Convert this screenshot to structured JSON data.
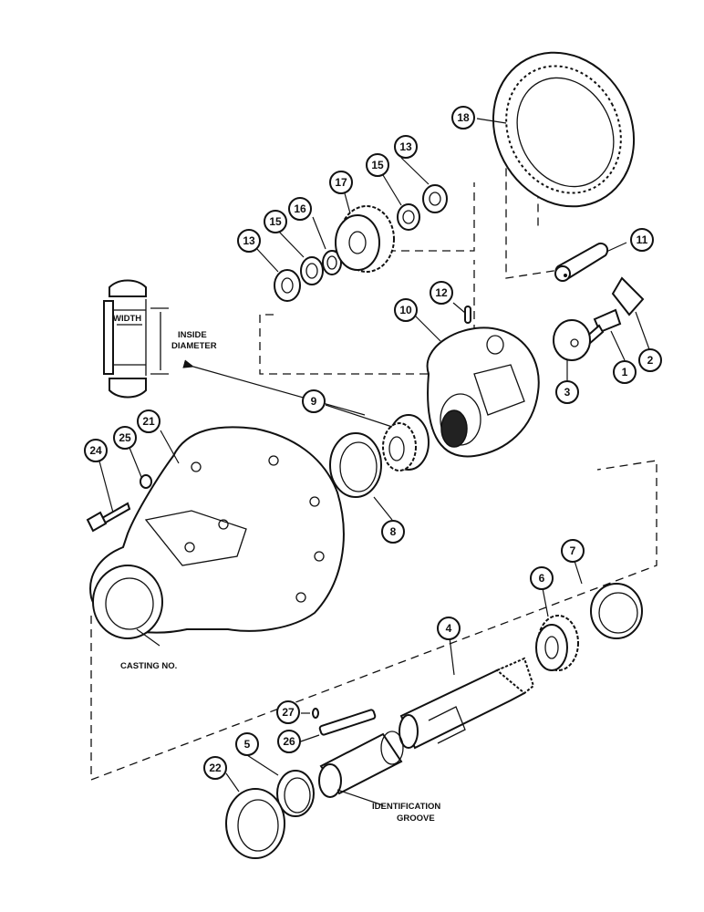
{
  "callouts": {
    "c1": "1",
    "c2": "2",
    "c3": "3",
    "c4": "4",
    "c5": "5",
    "c6": "6",
    "c7": "7",
    "c8": "8",
    "c9": "9",
    "c10": "10",
    "c11": "11",
    "c12": "12",
    "c13a": "13",
    "c13b": "13",
    "c15a": "15",
    "c15b": "15",
    "c16": "16",
    "c17": "17",
    "c18": "18",
    "c21": "21",
    "c22": "22",
    "c24": "24",
    "c25": "25",
    "c26": "26",
    "c27": "27"
  },
  "labels": {
    "width": "WIDTH",
    "inside_diameter_line1": "INSIDE",
    "inside_diameter_line2": "DIAMETER",
    "casting_no": "CASTING NO.",
    "identification_line1": "IDENTIFICATION",
    "identification_line2": "GROOVE"
  }
}
